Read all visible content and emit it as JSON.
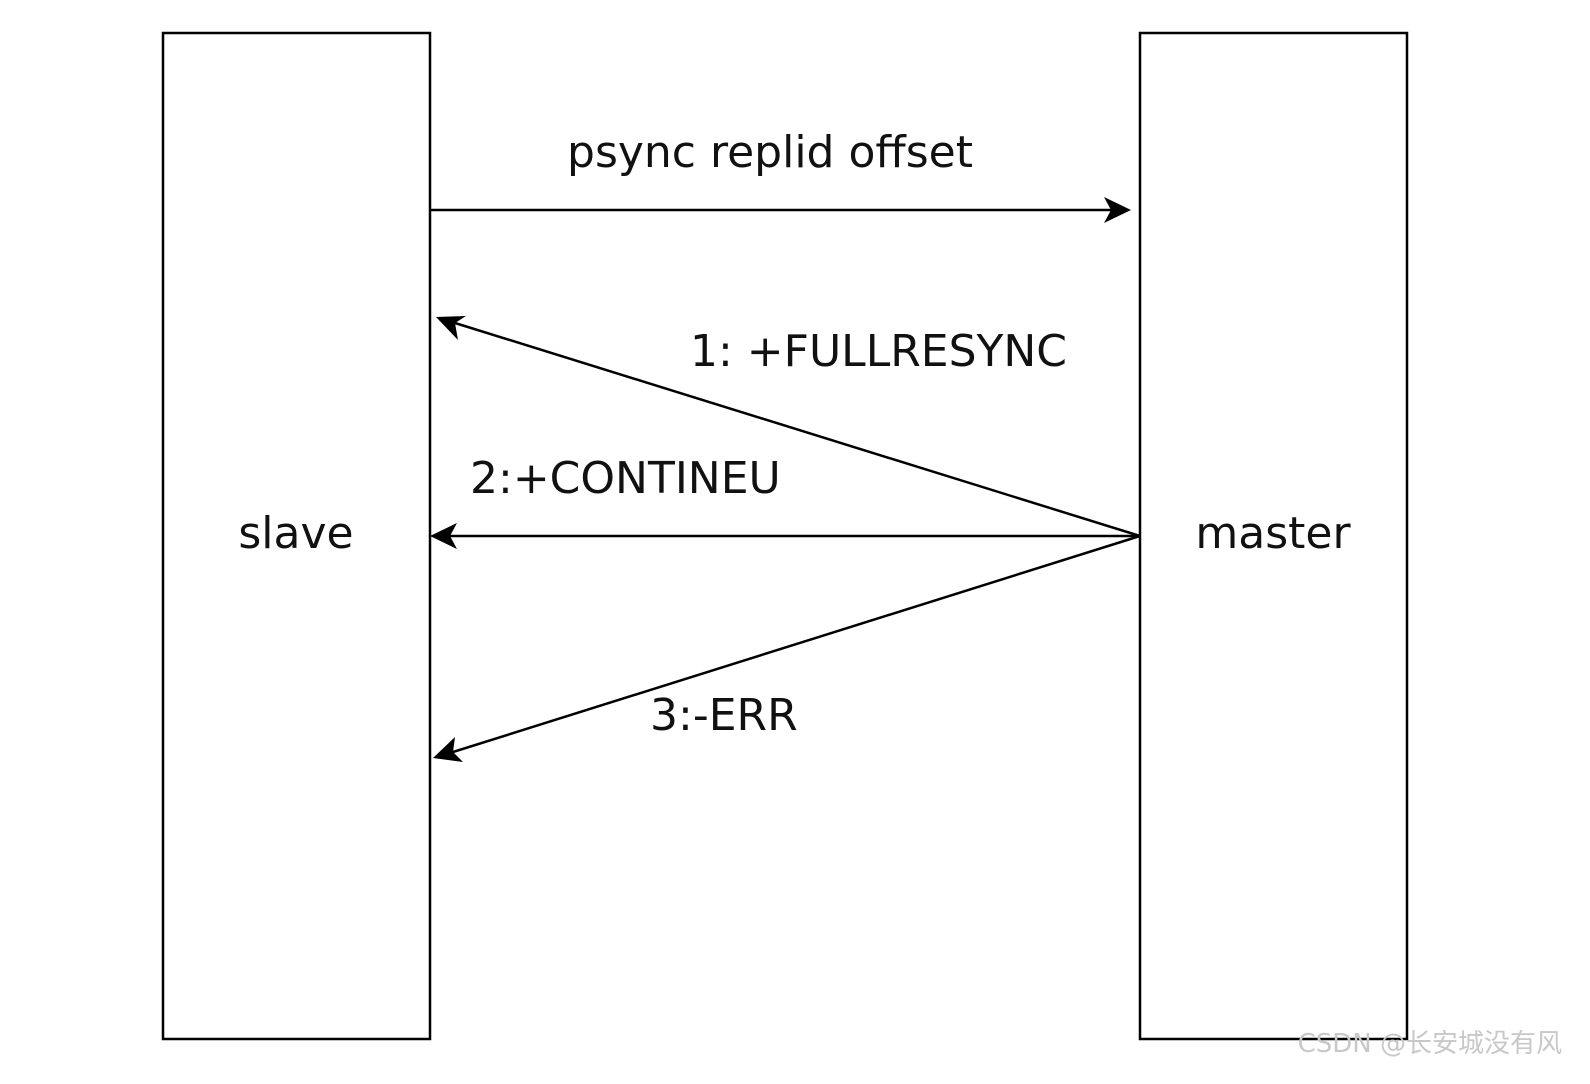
{
  "diagram": {
    "nodes": {
      "slave": {
        "label": "slave"
      },
      "master": {
        "label": "master"
      }
    },
    "edges": {
      "psync": {
        "label": "psync replid offset",
        "from": "slave",
        "to": "master"
      },
      "fullresync": {
        "label": "1: +FULLRESYNC",
        "from": "master",
        "to": "slave"
      },
      "continue": {
        "label": "2:+CONTINEU",
        "from": "master",
        "to": "slave"
      },
      "err": {
        "label": "3:-ERR",
        "from": "master",
        "to": "slave"
      }
    }
  },
  "watermark": {
    "text": "CSDN @长安城没有风"
  },
  "colors": {
    "stroke": "#000000",
    "text": "#111111",
    "watermark": "#c8c8c8",
    "background": "#ffffff"
  }
}
